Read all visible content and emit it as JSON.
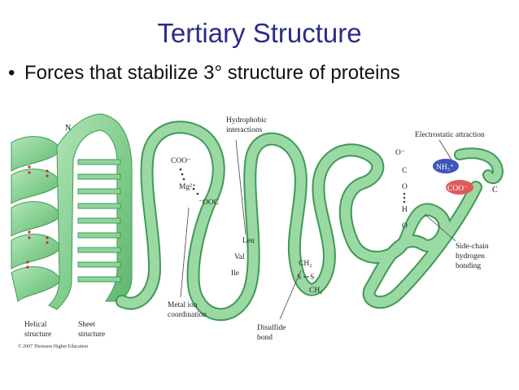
{
  "slide": {
    "title": "Tertiary Structure",
    "bullet": "Forces that stabilize 3° structure of proteins"
  },
  "figure": {
    "termini": {
      "n": "N",
      "c": "C"
    },
    "labels": {
      "hydrophobic_1": "Hydrophobic",
      "hydrophobic_2": "interactions",
      "electrostatic": "Electrostatic attraction",
      "side_chain_1": "Side-chain",
      "side_chain_2": "hydrogen",
      "side_chain_3": "bonding",
      "metal_1": "Metal ion",
      "metal_2": "coordination",
      "disulfide_1": "Disulfide",
      "disulfide_2": "bond",
      "helical_1": "Helical",
      "helical_2": "structure",
      "sheet_1": "Sheet",
      "sheet_2": "structure"
    },
    "chem": {
      "coo_top": "COO⁻",
      "mg": "Mg²⁺",
      "ooc": "⁻OOC",
      "leu": "Leu",
      "val": "Val",
      "ile": "Ile",
      "ch2": "CH₂",
      "s1": "S",
      "s2": "S",
      "ch2b": "CH₂",
      "o_minus": "O⁻",
      "c": "C",
      "o": "O",
      "h": "H",
      "o2": "O",
      "nh3": "NH₃⁺",
      "coo_red": "COO⁻"
    },
    "copyright": "© 2007 Thomson Higher Education",
    "colors": {
      "ribbon": "#8fd49a",
      "ribbon_edge": "#3f9a55",
      "nh3": "#3d56b8",
      "coo": "#e05a5a"
    }
  }
}
